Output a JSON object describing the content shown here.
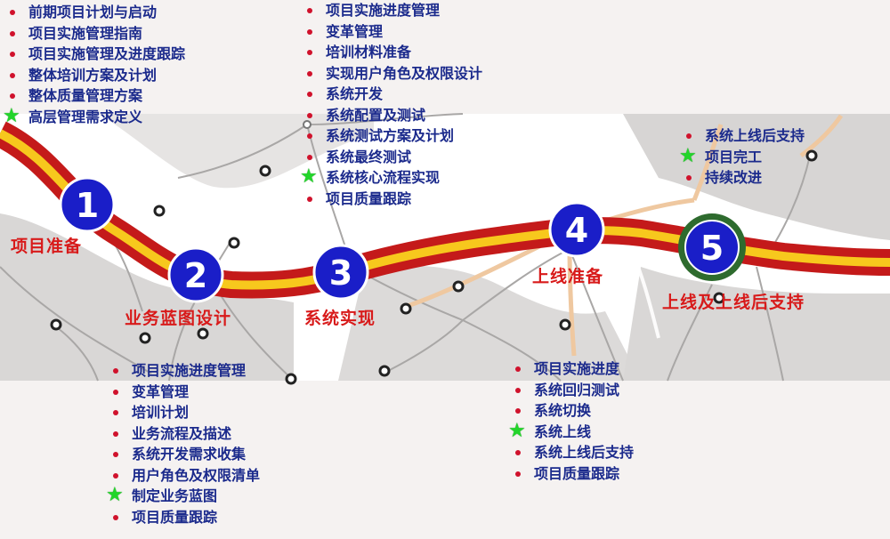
{
  "colors": {
    "road_outer": "#c41a1a",
    "road_inner": "#f7c81d",
    "badge_blue": "#1a1ec8",
    "badge_green_ring": "#2e6b2e",
    "bullet": "#d0122c",
    "star": "#22d52a",
    "label_red": "#d81a1a",
    "list_text": "#1b2a8c"
  },
  "phases": [
    {
      "number": "1",
      "label": "项目准备"
    },
    {
      "number": "2",
      "label": "业务蓝图设计"
    },
    {
      "number": "3",
      "label": "系统实现"
    },
    {
      "number": "4",
      "label": "上线准备"
    },
    {
      "number": "5",
      "label": "上线及上线后支持"
    }
  ],
  "lists": {
    "phase1": [
      {
        "text": "前期项目计划与启动",
        "marker": "bullet"
      },
      {
        "text": "项目实施管理指南",
        "marker": "bullet"
      },
      {
        "text": "项目实施管理及进度跟踪",
        "marker": "bullet"
      },
      {
        "text": "整体培训方案及计划",
        "marker": "bullet"
      },
      {
        "text": "整体质量管理方案",
        "marker": "bullet"
      },
      {
        "text": "高层管理需求定义",
        "marker": "star"
      }
    ],
    "phase3": [
      {
        "text": "项目实施进度管理",
        "marker": "bullet"
      },
      {
        "text": "变革管理",
        "marker": "bullet"
      },
      {
        "text": "培训材料准备",
        "marker": "bullet"
      },
      {
        "text": "实现用户角色及权限设计",
        "marker": "bullet"
      },
      {
        "text": "系统开发",
        "marker": "bullet"
      },
      {
        "text": "系统配置及测试",
        "marker": "bullet"
      },
      {
        "text": "系统测试方案及计划",
        "marker": "bullet"
      },
      {
        "text": "系统最终测试",
        "marker": "bullet"
      },
      {
        "text": "系统核心流程实现",
        "marker": "star"
      },
      {
        "text": "项目质量跟踪",
        "marker": "bullet"
      }
    ],
    "phase5": [
      {
        "text": "系统上线后支持",
        "marker": "bullet"
      },
      {
        "text": "项目完工",
        "marker": "star"
      },
      {
        "text": "持续改进",
        "marker": "bullet"
      }
    ],
    "phase2": [
      {
        "text": "项目实施进度管理",
        "marker": "bullet"
      },
      {
        "text": "变革管理",
        "marker": "bullet"
      },
      {
        "text": "培训计划",
        "marker": "bullet"
      },
      {
        "text": "业务流程及描述",
        "marker": "bullet"
      },
      {
        "text": "系统开发需求收集",
        "marker": "bullet"
      },
      {
        "text": "用户角色及权限清单",
        "marker": "bullet"
      },
      {
        "text": "制定业务蓝图",
        "marker": "star"
      },
      {
        "text": "项目质量跟踪",
        "marker": "bullet"
      }
    ],
    "phase4": [
      {
        "text": "项目实施进度",
        "marker": "bullet"
      },
      {
        "text": "系统回归测试",
        "marker": "bullet"
      },
      {
        "text": "系统切换",
        "marker": "bullet"
      },
      {
        "text": "系统上线",
        "marker": "star"
      },
      {
        "text": "系统上线后支持",
        "marker": "bullet"
      },
      {
        "text": "项目质量跟踪",
        "marker": "bullet"
      }
    ]
  }
}
